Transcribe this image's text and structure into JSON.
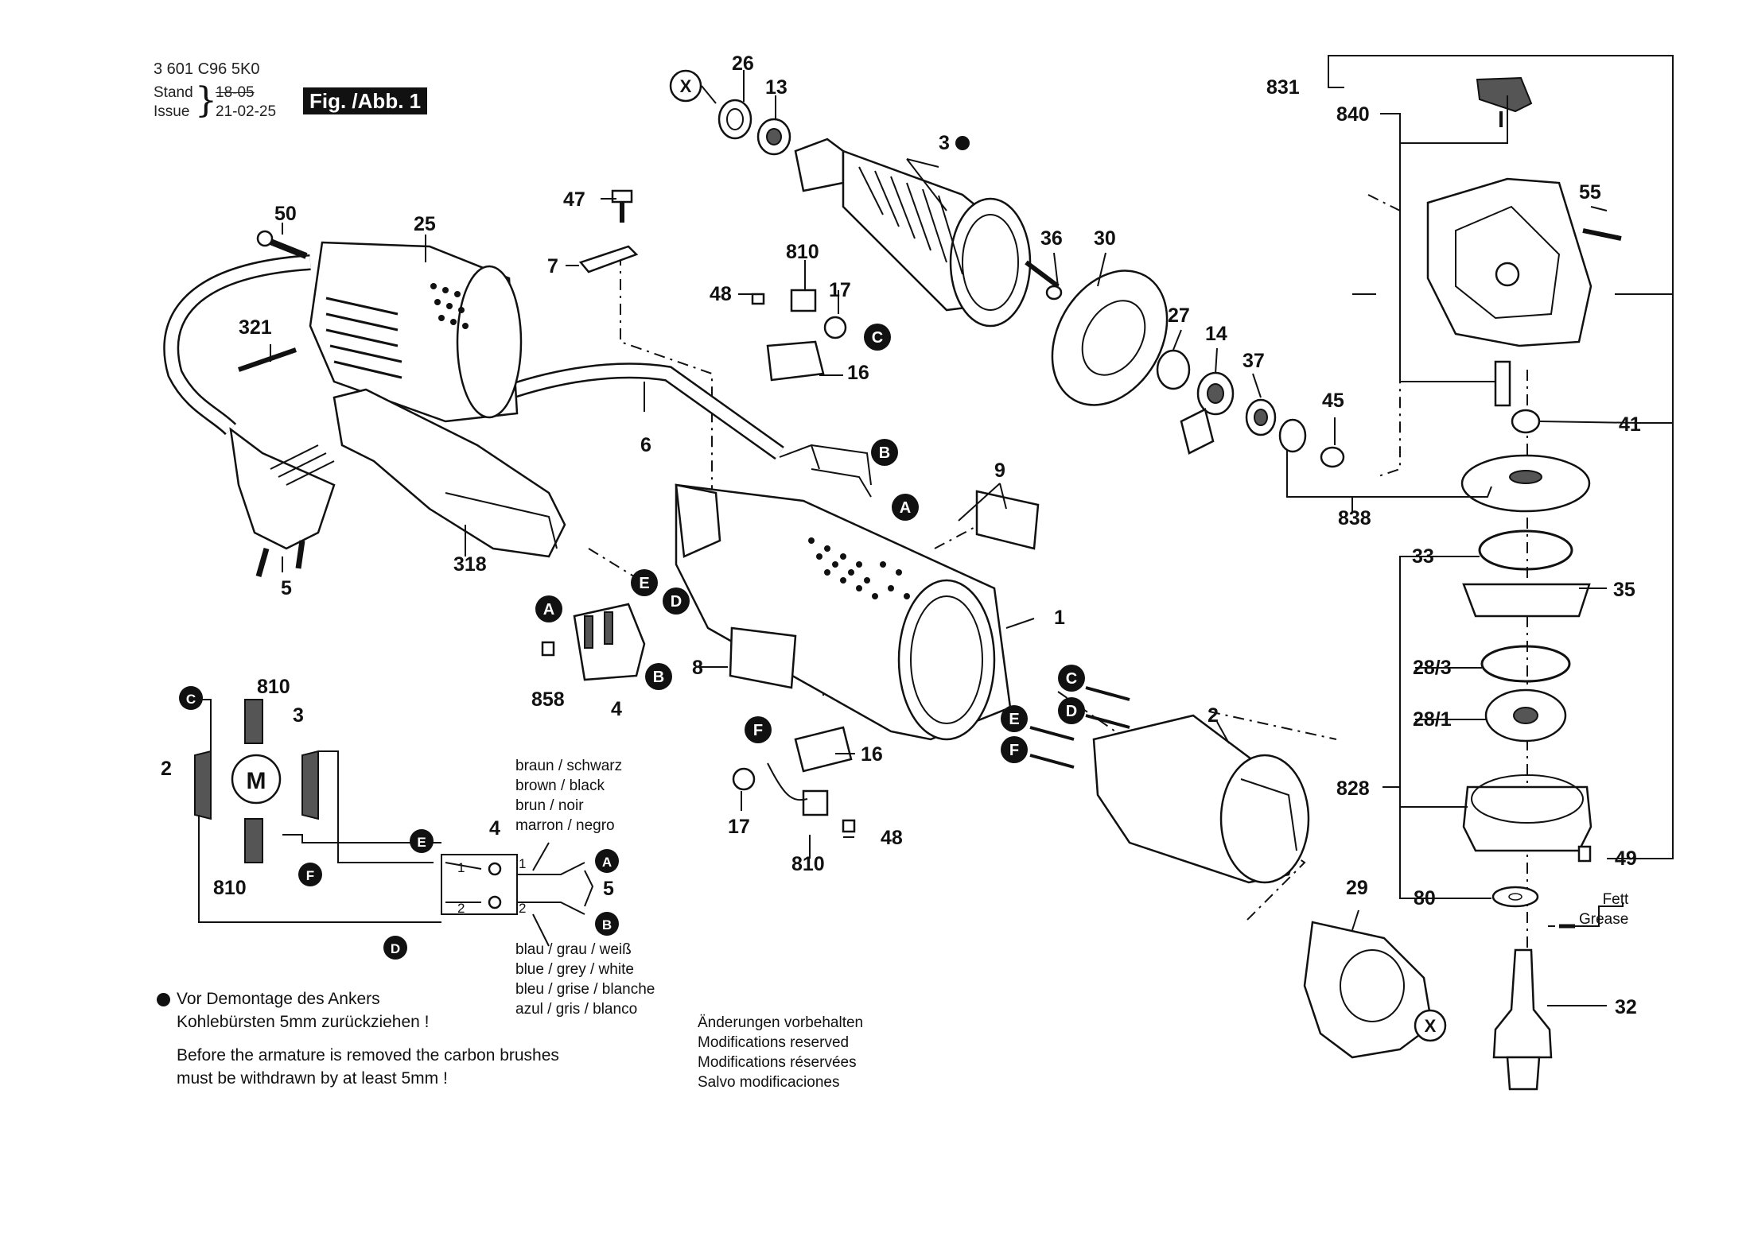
{
  "header": {
    "code": "3 601 C96 5K0",
    "stand_label": "Stand",
    "issue_label": "Issue",
    "stand_date": "18-05",
    "issue_date": "21-02-25",
    "figure_label": "Fig. /Abb. 1"
  },
  "part_numbers": [
    "1",
    "2",
    "3",
    "4",
    "5",
    "6",
    "7",
    "8",
    "9",
    "13",
    "14",
    "16",
    "17",
    "25",
    "26",
    "27",
    "28/1",
    "28/3",
    "29",
    "30",
    "32",
    "33",
    "35",
    "36",
    "37",
    "41",
    "45",
    "47",
    "48",
    "49",
    "50",
    "55",
    "80",
    "318",
    "321",
    "810",
    "828",
    "831",
    "838",
    "840",
    "858"
  ],
  "connector_letters": [
    "A",
    "B",
    "C",
    "D",
    "E",
    "F",
    "X",
    "M"
  ],
  "wire_colors_top": [
    "braun / schwarz",
    "brown / black",
    "brun / noir",
    "marron / negro"
  ],
  "wire_colors_bottom": [
    "blau / grau / weiß",
    "blue / grey / white",
    "bleu / grise / blanche",
    "azul / gris / blanco"
  ],
  "note_de": [
    "Vor Demontage des Ankers",
    "Kohlebürsten 5mm zurückziehen !"
  ],
  "note_en": [
    "Before the armature is removed the carbon brushes",
    "must be withdrawn by at least 5mm !"
  ],
  "modifications": [
    "Änderungen vorbehalten",
    "Modifications reserved",
    "Modifications réservées",
    "Salvo modificaciones"
  ],
  "grease": [
    "Fett",
    "Grease"
  ],
  "colors": {
    "ink": "#111111",
    "paper": "#ffffff",
    "shade": "#555555"
  }
}
